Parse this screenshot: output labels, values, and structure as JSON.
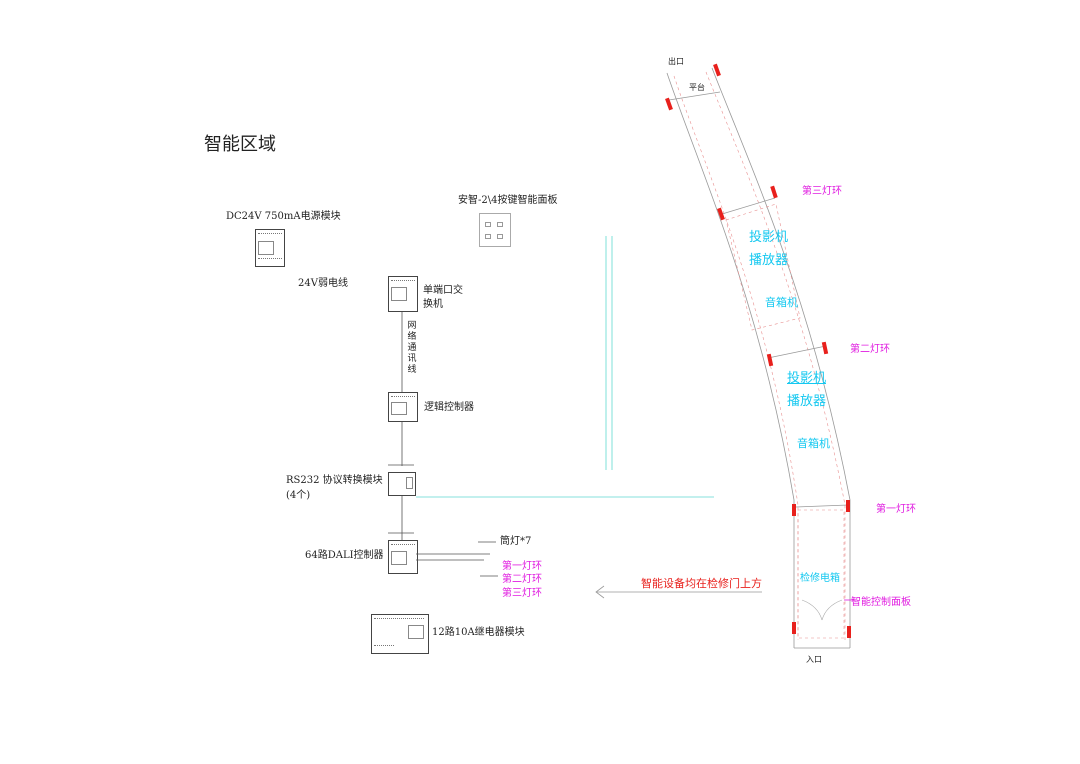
{
  "title": "智能区域",
  "modules": {
    "power": "DC24V 750mA电源模块",
    "panel": "安智-2\\4按键智能面板",
    "weak_line": "24V弱电线",
    "switch_l1": "单端口交",
    "switch_l2": "换机",
    "cable_vertical": [
      "网",
      "络",
      "通",
      "讯",
      "线"
    ],
    "logic": "逻辑控制器",
    "rs232_l1": "RS232 协议转换模块",
    "rs232_l2": "(4个)",
    "dali": "64路DALI控制器",
    "relay": "12路10A继电器模块"
  },
  "lamp_group": {
    "downlight": "筒灯*7",
    "ring1": "第一灯环",
    "ring2": "第二灯环",
    "ring3": "第三灯环"
  },
  "note": "智能设备均在检修门上方",
  "plan": {
    "exit": "出口",
    "platform": "平台",
    "ring3": "第三灯环",
    "ring2": "第二灯环",
    "ring1": "第一灯环",
    "projector_a": "投影机",
    "player_a": "播放器",
    "speaker_a": "音箱机",
    "projector_b": "投影机",
    "player_b": "播放器",
    "speaker_b": "音箱机",
    "access_door": "检修电箱",
    "control_panel": "智能控制面板",
    "entrance": "入口"
  }
}
